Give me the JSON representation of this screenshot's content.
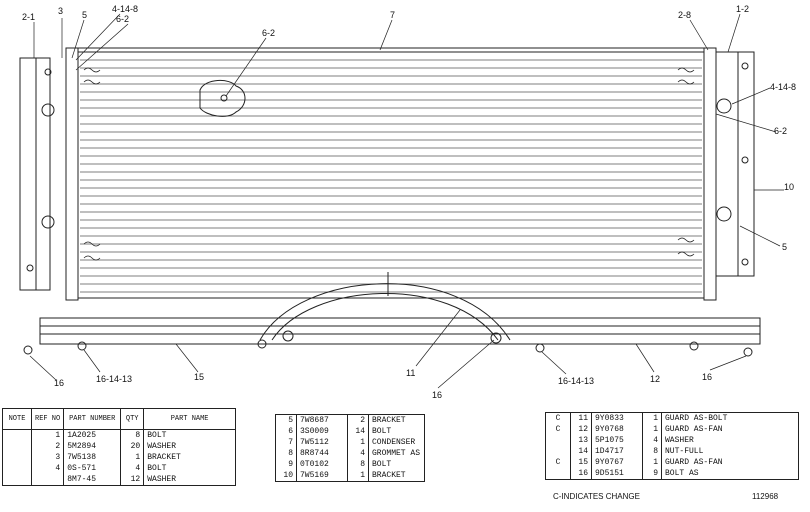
{
  "callouts": {
    "c_2_1": "2-1",
    "c_3": "3",
    "c_5_tl": "5",
    "c_4_14_8_tl": "4-14-8",
    "c_6_2_tl": "6-2",
    "c_6_2_mid": "6-2",
    "c_7": "7",
    "c_2_8": "2-8",
    "c_1_2": "1-2",
    "c_4_14_8_r": "4-14-8",
    "c_6_2_r": "6-2",
    "c_10": "10",
    "c_5_r": "5",
    "c_16_l": "16",
    "c_16_14_13_l": "16-14-13",
    "c_15": "15",
    "c_11": "11",
    "c_16_mid": "16",
    "c_16_14_13_r": "16-14-13",
    "c_12": "12",
    "c_16_r": "16"
  },
  "table1": {
    "headers": {
      "note": "NOTE",
      "ref": "REF NO",
      "part": "PART NUMBER",
      "qty": "QTY",
      "name": "PART NAME"
    },
    "rows": [
      {
        "note": "",
        "ref": "1",
        "part": "1A2025",
        "qty": "8",
        "name": "BOLT"
      },
      {
        "note": "",
        "ref": "2",
        "part": "5M2894",
        "qty": "20",
        "name": "WASHER"
      },
      {
        "note": "",
        "ref": "3",
        "part": "7W5138",
        "qty": "1",
        "name": "BRACKET"
      },
      {
        "note": "",
        "ref": "4",
        "part": "0S-571",
        "qty": "4",
        "name": "BOLT"
      },
      {
        "note": "",
        "ref": "",
        "part": "8M7-45",
        "qty": "12",
        "name": "WASHER"
      }
    ]
  },
  "table2": {
    "rows": [
      {
        "ref": "5",
        "part": "7W8687",
        "qty": "2",
        "name": "BRACKET"
      },
      {
        "ref": "6",
        "part": "3S0009",
        "qty": "14",
        "name": "BOLT"
      },
      {
        "ref": "7",
        "part": "7W5112",
        "qty": "1",
        "name": "CONDENSER"
      },
      {
        "ref": "8",
        "part": "8R8744",
        "qty": "4",
        "name": "GROMMET AS"
      },
      {
        "ref": "9",
        "part": "0T0102",
        "qty": "8",
        "name": "BOLT"
      },
      {
        "ref": "10",
        "part": "7W5169",
        "qty": "1",
        "name": "BRACKET"
      }
    ]
  },
  "table3": {
    "rows": [
      {
        "note": "C",
        "ref": "11",
        "part": "9Y0833",
        "qty": "1",
        "name": "GUARD AS-BOLT"
      },
      {
        "note": "C",
        "ref": "12",
        "part": "9Y0768",
        "qty": "1",
        "name": "GUARD AS-FAN"
      },
      {
        "note": "",
        "ref": "13",
        "part": "5P1075",
        "qty": "4",
        "name": "WASHER"
      },
      {
        "note": "",
        "ref": "14",
        "part": "1D4717",
        "qty": "8",
        "name": "NUT-FULL"
      },
      {
        "note": "C",
        "ref": "15",
        "part": "9Y0767",
        "qty": "1",
        "name": "GUARD AS-FAN"
      },
      {
        "note": "",
        "ref": "16",
        "part": "9D5151",
        "qty": "9",
        "name": "BOLT AS"
      }
    ]
  },
  "footer": {
    "note": "C-INDICATES CHANGE",
    "drawing_number": "112968"
  }
}
